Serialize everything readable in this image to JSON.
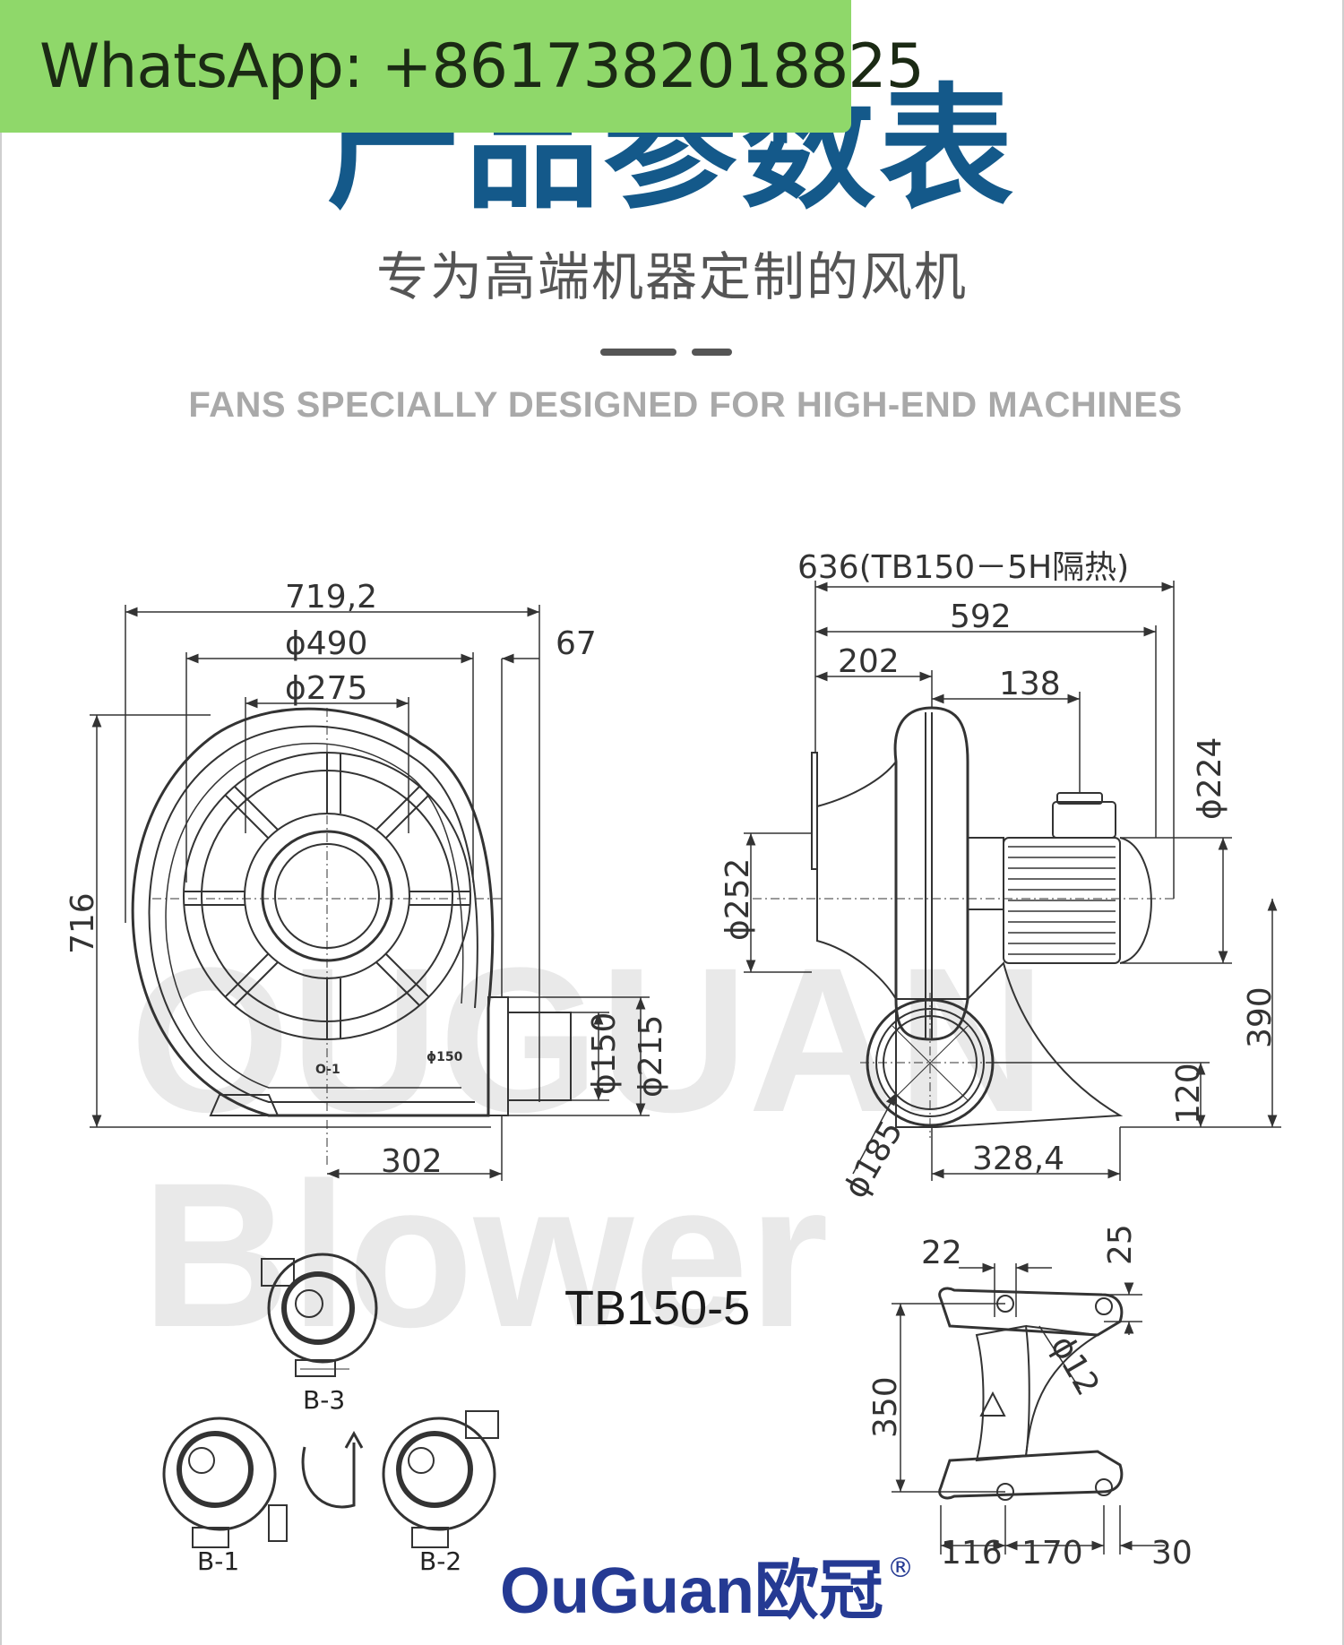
{
  "banner": {
    "whatsapp": "WhatsApp: +8617382018825"
  },
  "header": {
    "title": "产品参数表",
    "subtitle": "专为高端机器定制的风机",
    "tagline": "FANS SPECIALLY DESIGNED FOR HIGH-END MACHINES"
  },
  "watermark": {
    "line1": "OUGUAN",
    "line2": "Blower"
  },
  "front_view": {
    "dims": {
      "overall_width": "719,2",
      "housing_dia": "ϕ490",
      "inlet_dia": "ϕ275",
      "outlet_ext": "67",
      "height": "716",
      "outlet_inner": "ϕ150",
      "outlet_flange": "ϕ215",
      "base_offset": "302",
      "outlet_label": "ϕ150",
      "rotation_mark": "O-1"
    }
  },
  "side_view": {
    "dims": {
      "overall_insulated": "636(TB150－5H隔热)",
      "overall_length": "592",
      "inlet_to_center": "202",
      "center_to_motor": "138",
      "motor_dia": "ϕ224",
      "inlet_dia": "ϕ252",
      "shaft_height": "390",
      "outlet_dia": "ϕ185",
      "base_height": "120",
      "base_length": "328,4"
    }
  },
  "model": "TB150-5",
  "orientations": [
    "B-3",
    "B-1",
    "B-2"
  ],
  "base_view": {
    "dims": {
      "slot_width": "22",
      "top_margin": "25",
      "hole_dia": "ϕ12",
      "hole_spacing": "350",
      "left_offset": "116",
      "mid_span": "170",
      "right_offset": "30"
    }
  },
  "brand": {
    "name": "OuGuan欧冠",
    "mark": "®"
  },
  "colors": {
    "banner": "#8fd86a",
    "title": "#14598a",
    "brand": "#253a93",
    "line": "#333333"
  }
}
